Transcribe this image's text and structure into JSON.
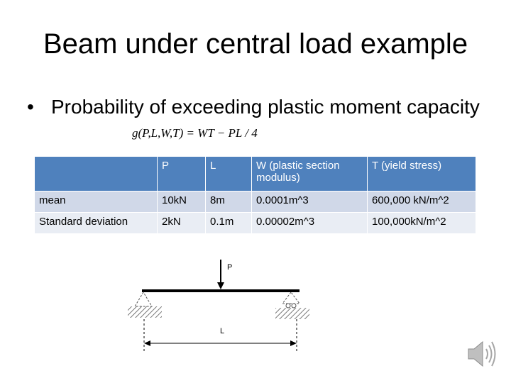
{
  "slide": {
    "title": "Beam under central load example",
    "bullet": "Probability of exceeding plastic moment capacity",
    "formula": "g(P,L,W,T) = WT − PL / 4"
  },
  "table": {
    "headers": [
      "",
      "P",
      "L",
      "W (plastic section modulus)",
      "T (yield stress)"
    ],
    "rows": [
      [
        "mean",
        "10kN",
        "8m",
        "0.0001m^3",
        "600,000 kN/m^2"
      ],
      [
        "Standard deviation",
        "2kN",
        "0.1m",
        "0.00002m^3",
        "100,000kN/m^2"
      ]
    ]
  },
  "diagram": {
    "load_label": "P",
    "span_label": "L"
  },
  "icons": {
    "audio": "speaker-icon"
  },
  "colors": {
    "header_bg": "#4f81bd",
    "row1_bg": "#d0d8e8",
    "row2_bg": "#e9edf4"
  }
}
